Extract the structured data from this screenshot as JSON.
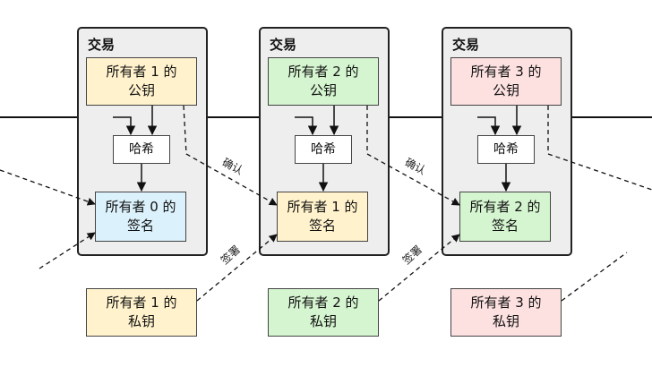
{
  "colors": {
    "yellow": "#fff2cc",
    "green": "#d5f5d0",
    "pink": "#fde0e0",
    "blue": "#dbf1fb",
    "tx_background": "#eeeeee",
    "line": "#111111"
  },
  "labels": {
    "confirm": "确认",
    "sign": "签署"
  },
  "transactions": [
    {
      "title": "交易",
      "owner_pubkey": {
        "line1": "所有者 1 的",
        "line2": "公钥",
        "color": "yellow"
      },
      "hash": "哈希",
      "signature": {
        "line1": "所有者 0 的",
        "line2": "签名",
        "color": "blue"
      }
    },
    {
      "title": "交易",
      "owner_pubkey": {
        "line1": "所有者 2 的",
        "line2": "公钥",
        "color": "green"
      },
      "hash": "哈希",
      "signature": {
        "line1": "所有者 1 的",
        "line2": "签名",
        "color": "yellow"
      }
    },
    {
      "title": "交易",
      "owner_pubkey": {
        "line1": "所有者 3 的",
        "line2": "公钥",
        "color": "pink"
      },
      "hash": "哈希",
      "signature": {
        "line1": "所有者 2 的",
        "line2": "签名",
        "color": "green"
      }
    }
  ],
  "private_keys": [
    {
      "line1": "所有者 1 的",
      "line2": "私钥",
      "color": "yellow"
    },
    {
      "line1": "所有者 2 的",
      "line2": "私钥",
      "color": "green"
    },
    {
      "line1": "所有者 3 的",
      "line2": "私钥",
      "color": "pink"
    }
  ]
}
